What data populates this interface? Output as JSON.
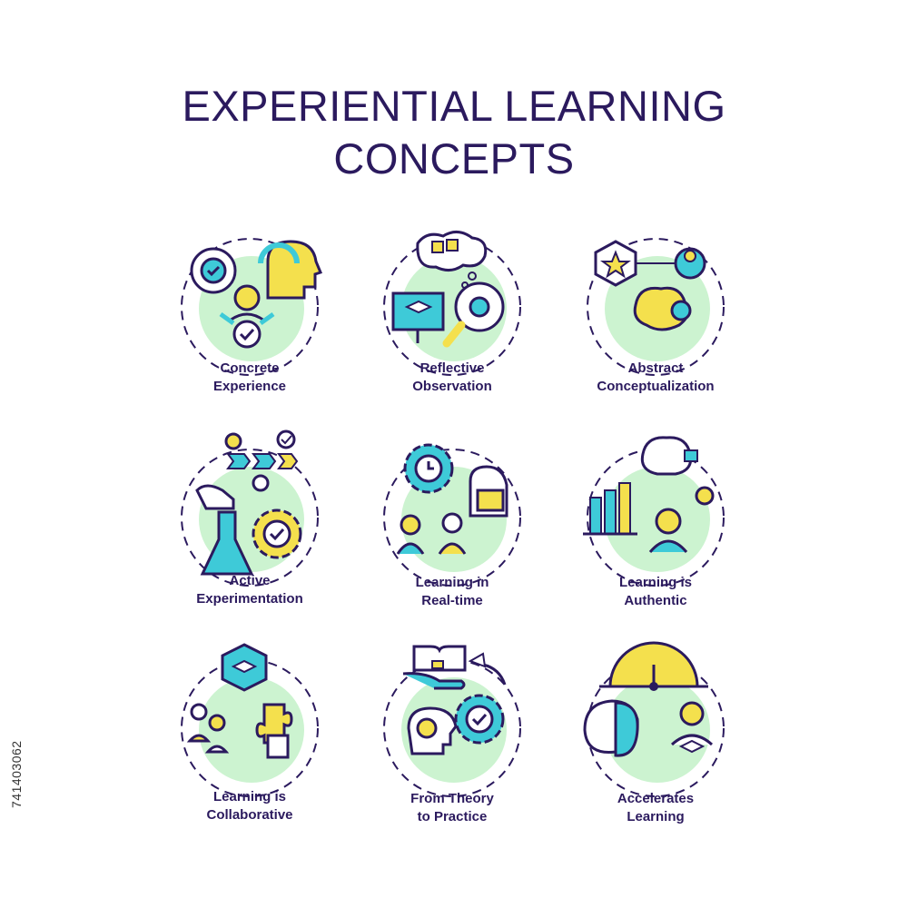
{
  "title": {
    "line1": "EXPERIENTIAL LEARNING",
    "line2": "CONCEPTS"
  },
  "colors": {
    "outline": "#2b1a5e",
    "accent_yellow": "#f4e04d",
    "accent_teal": "#3ecad8",
    "accent_green": "#ccf3d0"
  },
  "concepts": [
    {
      "line1": "Concrete",
      "line2": "Experience",
      "icon": "brain-head-person-icon"
    },
    {
      "line1": "Reflective",
      "line2": "Observation",
      "icon": "magnifier-eye-icon"
    },
    {
      "line1": "Abstract",
      "line2": "Conceptualization",
      "icon": "network-brain-icon"
    },
    {
      "line1": "Active",
      "line2": "Experimentation",
      "icon": "flask-gear-icon"
    },
    {
      "line1": "Learning in",
      "line2": "Real-time",
      "icon": "clock-box-icon"
    },
    {
      "line1": "Learning is",
      "line2": "Authentic",
      "icon": "chart-idea-icon"
    },
    {
      "line1": "Learning is",
      "line2": "Collaborative",
      "icon": "puzzle-group-icon"
    },
    {
      "line1": "From Theory",
      "line2": "to Practice",
      "icon": "book-gear-icon"
    },
    {
      "line1": "Accelerates",
      "line2": "Learning",
      "icon": "speedometer-brain-icon"
    }
  ],
  "watermark": "741403062"
}
